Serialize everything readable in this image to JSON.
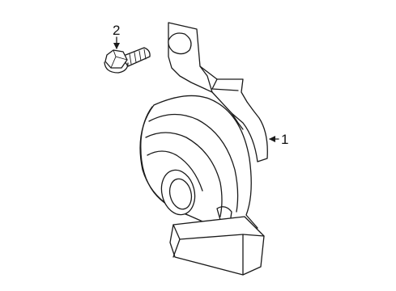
{
  "callouts": [
    {
      "number": "1",
      "part": "horn-assembly"
    },
    {
      "number": "2",
      "part": "bolt"
    }
  ],
  "colors": {
    "line": "#1a1a1a",
    "background": "#ffffff"
  }
}
